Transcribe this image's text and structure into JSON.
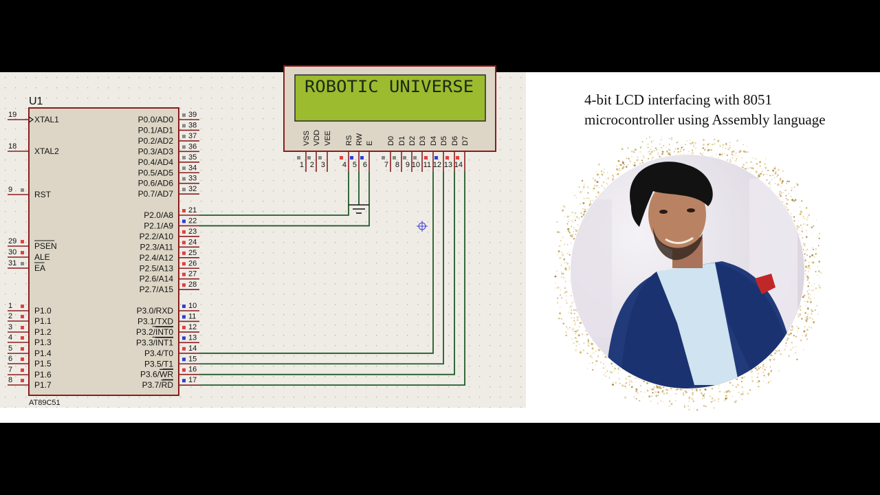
{
  "colors": {
    "background": "#000000",
    "schematic_bg": "#efece6",
    "grid_dot": "#b4b0a6",
    "component_outline": "#8a1c1c",
    "component_fill": "#ddd6c6",
    "lcd_screen": "#9cbb2e",
    "lcd_text": "#1a2a1a",
    "wire": "#1f5a28",
    "pin_red": "#e04040",
    "pin_blue": "#3040d0",
    "pin_gray": "#8a8a8a"
  },
  "lcd": {
    "text": "ROBOTIC UNIVERSE",
    "pins": [
      {
        "name": "VSS",
        "num": "1",
        "state": "gray"
      },
      {
        "name": "VDD",
        "num": "2",
        "state": "gray"
      },
      {
        "name": "VEE",
        "num": "3",
        "state": "gray"
      },
      {
        "name": "RS",
        "num": "4",
        "state": "red"
      },
      {
        "name": "RW",
        "num": "5",
        "state": "blue"
      },
      {
        "name": "E",
        "num": "6",
        "state": "blue"
      },
      {
        "name": "D0",
        "num": "7",
        "state": "gray"
      },
      {
        "name": "D1",
        "num": "8",
        "state": "gray"
      },
      {
        "name": "D2",
        "num": "9",
        "state": "gray"
      },
      {
        "name": "D3",
        "num": "10",
        "state": "gray"
      },
      {
        "name": "D4",
        "num": "11",
        "state": "red"
      },
      {
        "name": "D5",
        "num": "12",
        "state": "blue"
      },
      {
        "name": "D6",
        "num": "13",
        "state": "red"
      },
      {
        "name": "D7",
        "num": "14",
        "state": "red"
      }
    ]
  },
  "mcu": {
    "ref": "U1",
    "part": "AT89C51",
    "left_pins": [
      {
        "name": "XTAL1",
        "num": "19",
        "state": "none",
        "clock": true
      },
      {
        "name": "XTAL2",
        "num": "18",
        "state": "none"
      },
      {
        "name": "RST",
        "num": "9",
        "state": "gray"
      },
      {
        "name": "PSEN",
        "num": "29",
        "state": "red",
        "overbar": true
      },
      {
        "name": "ALE",
        "num": "30",
        "state": "red"
      },
      {
        "name": "EA",
        "num": "31",
        "state": "gray",
        "overbar": true
      },
      {
        "name": "P1.0",
        "num": "1",
        "state": "red"
      },
      {
        "name": "P1.1",
        "num": "2",
        "state": "red"
      },
      {
        "name": "P1.2",
        "num": "3",
        "state": "red"
      },
      {
        "name": "P1.3",
        "num": "4",
        "state": "red"
      },
      {
        "name": "P1.4",
        "num": "5",
        "state": "red"
      },
      {
        "name": "P1.5",
        "num": "6",
        "state": "red"
      },
      {
        "name": "P1.6",
        "num": "7",
        "state": "red"
      },
      {
        "name": "P1.7",
        "num": "8",
        "state": "red"
      }
    ],
    "right_pins": [
      {
        "name": "P0.0/AD0",
        "num": "39",
        "state": "gray"
      },
      {
        "name": "P0.1/AD1",
        "num": "38",
        "state": "gray"
      },
      {
        "name": "P0.2/AD2",
        "num": "37",
        "state": "gray"
      },
      {
        "name": "P0.3/AD3",
        "num": "36",
        "state": "gray"
      },
      {
        "name": "P0.4/AD4",
        "num": "35",
        "state": "gray"
      },
      {
        "name": "P0.5/AD5",
        "num": "34",
        "state": "gray"
      },
      {
        "name": "P0.6/AD6",
        "num": "33",
        "state": "gray"
      },
      {
        "name": "P0.7/AD7",
        "num": "32",
        "state": "gray"
      },
      {
        "name": "P2.0/A8",
        "num": "21",
        "state": "red"
      },
      {
        "name": "P2.1/A9",
        "num": "22",
        "state": "blue"
      },
      {
        "name": "P2.2/A10",
        "num": "23",
        "state": "red"
      },
      {
        "name": "P2.3/A11",
        "num": "24",
        "state": "red"
      },
      {
        "name": "P2.4/A12",
        "num": "25",
        "state": "red"
      },
      {
        "name": "P2.5/A13",
        "num": "26",
        "state": "red"
      },
      {
        "name": "P2.6/A14",
        "num": "27",
        "state": "red"
      },
      {
        "name": "P2.7/A15",
        "num": "28",
        "state": "red"
      },
      {
        "name": "P3.0/RXD",
        "num": "10",
        "state": "blue"
      },
      {
        "name": "P3.1/TXD",
        "num": "11",
        "state": "blue"
      },
      {
        "name": "P3.2/",
        "bar": "INT0",
        "num": "12",
        "state": "red"
      },
      {
        "name": "P3.3/",
        "bar": "INT1",
        "num": "13",
        "state": "blue"
      },
      {
        "name": "P3.4/T0",
        "num": "14",
        "state": "red"
      },
      {
        "name": "P3.5/T1",
        "num": "15",
        "state": "blue"
      },
      {
        "name": "P3.6/",
        "bar": "WR",
        "num": "16",
        "state": "red"
      },
      {
        "name": "P3.7/",
        "bar": "RD",
        "num": "17",
        "state": "blue"
      }
    ]
  },
  "connections": [
    {
      "from_mcu_pin": "21",
      "to_lcd_pin": "4"
    },
    {
      "from_mcu_pin": "22",
      "to_lcd_pin": "6"
    },
    {
      "from_mcu_pin": "14",
      "to_lcd_pin": "11"
    },
    {
      "from_mcu_pin": "15",
      "to_lcd_pin": "12"
    },
    {
      "from_mcu_pin": "16",
      "to_lcd_pin": "13"
    },
    {
      "from_mcu_pin": "17",
      "to_lcd_pin": "14"
    }
  ],
  "ground": {
    "lcd_pin": "5"
  },
  "caption": {
    "line1": "4-bit LCD interfacing with 8051",
    "line2": "microcontroller using Assembly language"
  },
  "portrait": {
    "hair": "#121212",
    "skin": "#b98363",
    "jacket": "#213a7a",
    "shirt": "#cfe3f0",
    "pocket_square": "#c02828",
    "backdrop": "#e6e1ea",
    "glitter": "#cfae5e"
  }
}
